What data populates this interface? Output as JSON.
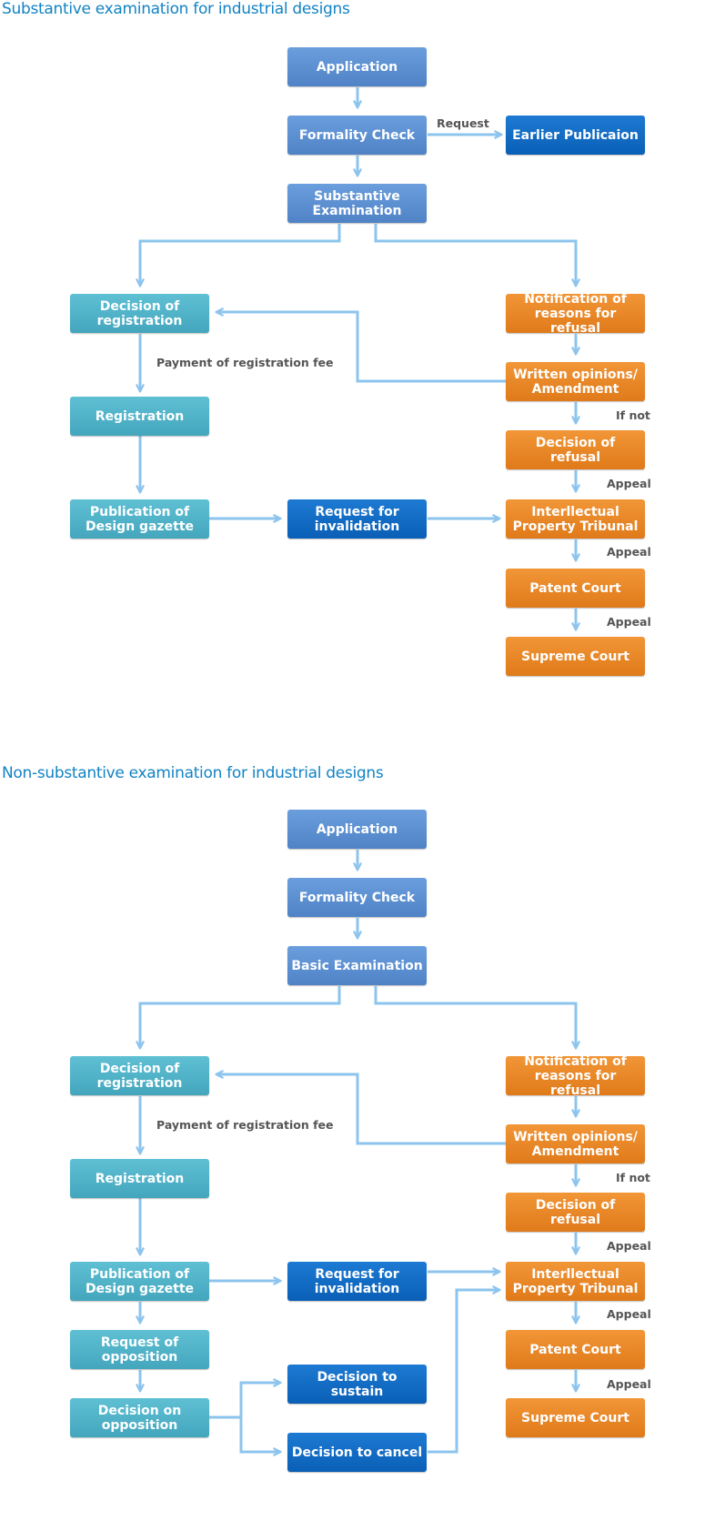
{
  "substantive": {
    "title": "Substantive examination for industrial designs",
    "boxes": {
      "application": "Application",
      "formality_check": "Formality Check",
      "earlier_publication": "Earlier Publicaion",
      "substantive_examination": "Substantive\nExamination",
      "decision_of_registration": "Decision of\nregistration",
      "notification_refusal": "Notification of\nreasons for refusal",
      "written_opinions": "Written opinions/\nAmendment",
      "registration": "Registration",
      "decision_of_refusal": "Decision of refusal",
      "publication_gazette": "Publication of\nDesign gazette",
      "request_invalidation": "Request for\ninvalidation",
      "ip_tribunal": "Interllectual\nProperty Tribunal",
      "patent_court": "Patent Court",
      "supreme_court": "Supreme Court"
    },
    "labels": {
      "request": "Request",
      "payment": "Payment of registration fee",
      "if_not": "If not",
      "appeal_1": "Appeal",
      "appeal_2": "Appeal",
      "appeal_3": "Appeal"
    }
  },
  "non_substantive": {
    "title": "Non-substantive examination for industrial designs",
    "boxes": {
      "application": "Application",
      "formality_check": "Formality Check",
      "basic_examination": "Basic Examination",
      "decision_of_registration": "Decision of\nregistration",
      "notification_refusal": "Notification of\nreasons for refusal",
      "written_opinions": "Written opinions/\nAmendment",
      "registration": "Registration",
      "decision_of_refusal": "Decision of refusal",
      "publication_gazette": "Publication of\nDesign gazette",
      "request_invalidation": "Request for\ninvalidation",
      "ip_tribunal": "Interllectual\nProperty Tribunal",
      "request_opposition": "Request of\nopposition",
      "patent_court": "Patent Court",
      "decision_on_opposition": "Decision on\nopposition",
      "decision_to_sustain": "Decision to sustain",
      "decision_to_cancel": "Decision to cancel",
      "supreme_court": "Supreme Court"
    },
    "labels": {
      "payment": "Payment of registration fee",
      "if_not": "If not",
      "appeal_1": "Appeal",
      "appeal_2": "Appeal",
      "appeal_3": "Appeal"
    }
  },
  "colors": {
    "steel_blue": "#5b8fd2",
    "navy_blue": "#0f68be",
    "teal": "#4fb2c8",
    "orange": "#e98826",
    "connector": "#8cc4ee",
    "title": "#1283c4"
  }
}
